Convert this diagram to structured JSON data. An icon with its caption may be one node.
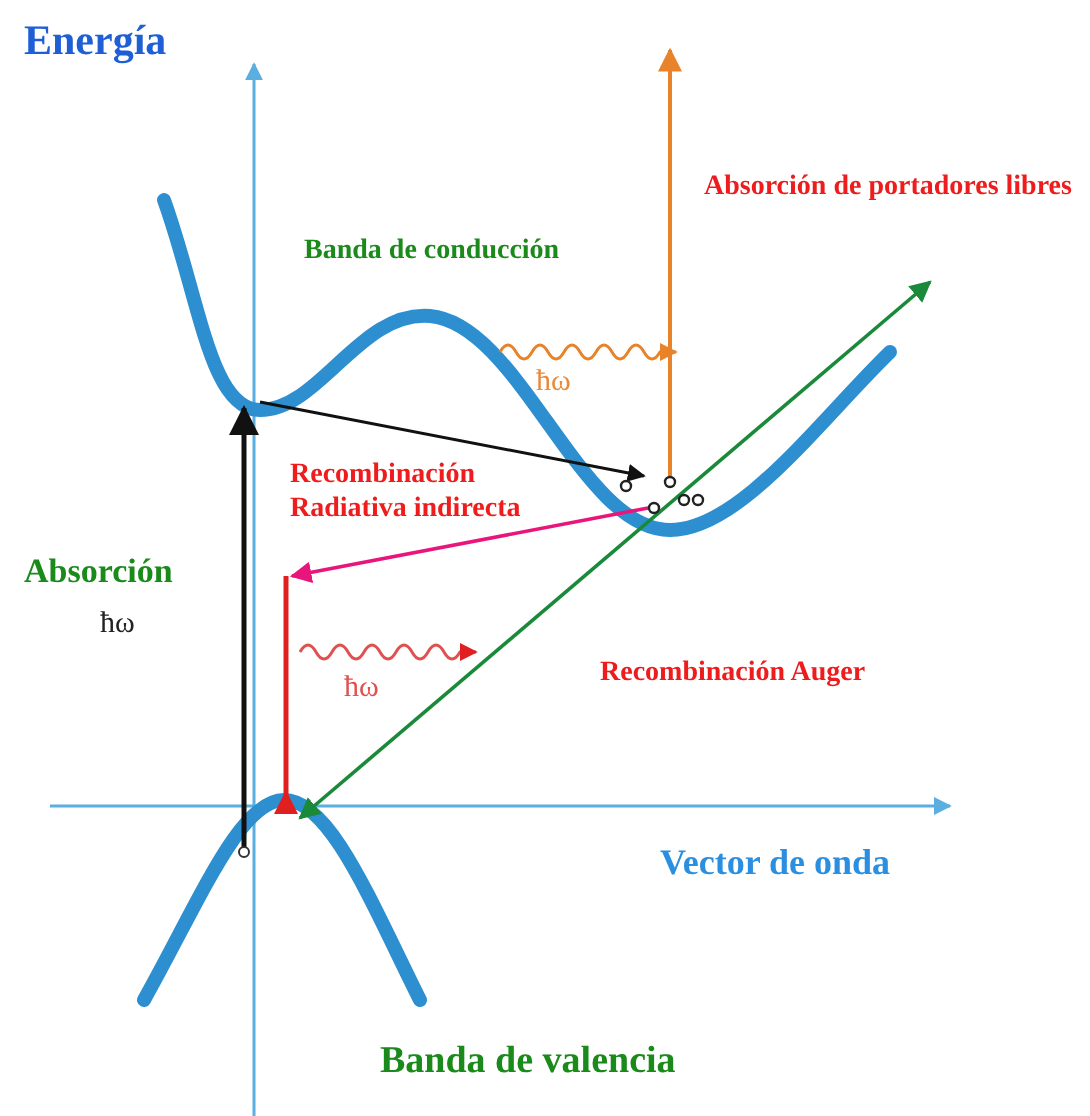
{
  "diagram": {
    "labels": [
      "Energía",
      "Absorción de portadores libres",
      "Banda de conducción",
      "ħω",
      "Recombinación Radiativa indirecta",
      "Absorción",
      "ħω",
      "ħω",
      "Recombinación Auger",
      "Vector de onda",
      "Banda de valencia"
    ]
  }
}
